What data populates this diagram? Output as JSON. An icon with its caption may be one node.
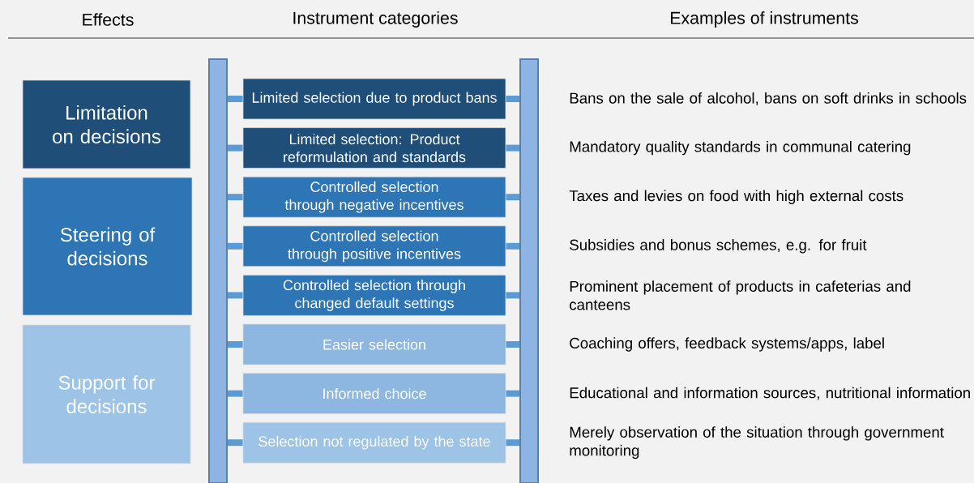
{
  "diagram": {
    "nodes": [
      {
        "text": [
          "Limitation on decisions"
        ]
      },
      {
        "text": [
          "Steering of decisions"
        ]
      },
      {
        "text": [
          "Support for decisions"
        ]
      },
      {
        "text": [],
        "shape": "bar"
      },
      {
        "text": [
          "Limited selection due to product bans"
        ]
      },
      {
        "text": [
          "Limited selection: Product reformulation and standards"
        ]
      },
      {
        "text": [
          "Controlled selection through negative incentives"
        ]
      },
      {
        "text": [
          "Controlled selection through positive incentives"
        ]
      },
      {
        "text": [
          "Controlled selection through changed default settings"
        ]
      },
      {
        "text": [
          "Easier selection"
        ]
      },
      {
        "text": [
          "Informed choice"
        ]
      },
      {
        "text": [
          "Selection not regulated by the state"
        ]
      },
      {
        "text": [],
        "shape": "bar"
      }
    ],
    "edges": [
      {
        "from": 3,
        "to": 4,
        "arrow": "none"
      },
      {
        "from": 4,
        "to": 12,
        "arrow": "none"
      },
      {
        "from": 3,
        "to": 5,
        "arrow": "none"
      },
      {
        "from": 5,
        "to": 12,
        "arrow": "none"
      },
      {
        "from": 3,
        "to": 6,
        "arrow": "none"
      },
      {
        "from": 6,
        "to": 12,
        "arrow": "none"
      },
      {
        "from": 3,
        "to": 7,
        "arrow": "none"
      },
      {
        "from": 7,
        "to": 12,
        "arrow": "none"
      },
      {
        "from": 3,
        "to": 8,
        "arrow": "none"
      },
      {
        "from": 8,
        "to": 12,
        "arrow": "none"
      },
      {
        "from": 3,
        "to": 9,
        "arrow": "none"
      },
      {
        "from": 9,
        "to": 12,
        "arrow": "none"
      },
      {
        "from": 3,
        "to": 10,
        "arrow": "none"
      },
      {
        "from": 10,
        "to": 12,
        "arrow": "none"
      },
      {
        "from": 3,
        "to": 11,
        "arrow": "none"
      },
      {
        "from": 11,
        "to": 12,
        "arrow": "none"
      }
    ],
    "labels": [
      "Effects",
      "Instrument categories",
      "Examples of instruments",
      "Bans on the sale of alcohol, bans on soft drinks in schools",
      "Mandatory quality standards in communal catering",
      "Taxes and levies on food with high external costs",
      "Subsidies and bonus schemes, e.g. for fruit",
      "Prominent placement of products in cafeterias and canteens",
      "Coaching offers, feedback systems/apps, label",
      "Educational and information sources, nutritional information",
      "Merely observation of the situation through government monitoring"
    ]
  }
}
